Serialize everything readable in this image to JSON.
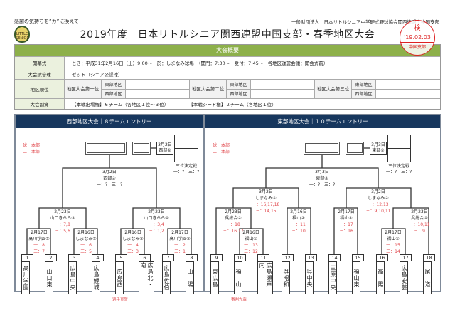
{
  "header": {
    "slogan": "感謝の気持ちを”カ”に換えて！",
    "org": "一般財団法人　日本リトルシニア中学硬式野球協会関西連盟｜中国支部",
    "title": "2019年度　日本リトルシニア関西連盟中国支部・春季地区大会",
    "logo_text": "LITTLE SENIOR",
    "stamp": {
      "top": "検",
      "date": "'19.02.03",
      "bottom": "中国支部"
    }
  },
  "overview": {
    "band": "大会概要",
    "opening_label": "開幕式",
    "opening": "とき：平成31年2月16日（土）9:00～　於：しまなみ球場　（開門：7:30～　受付：7:45～　各地区運営会議：開会式前）",
    "ball_label": "大会試合球",
    "ball": "ゼット（シニア公認球）",
    "rank_label": "地区順位",
    "ranks": [
      {
        "label": "地区大会第一位",
        "east": "東部地区",
        "west": "西部地区"
      },
      {
        "label": "地区大会第二位",
        "east": "東部地区",
        "west": "西部地区"
      },
      {
        "label": "地区大会第三位",
        "east": "東部地区",
        "west": "西部地区"
      }
    ],
    "prize_label": "大会副賞",
    "prize1": "【本戦出場権】６チーム（各地区１位～３位）",
    "prize2": "【本戦シード権】２チーム（各地区１位）"
  },
  "west": {
    "title": "西部地区大会｜８チームエントリー",
    "legend1": "球：本部",
    "legend2": "二：本部",
    "teams": [
      {
        "no": "1",
        "name": "高川学園"
      },
      {
        "no": "2",
        "name": "山口東"
      },
      {
        "no": "3",
        "name": "広島中央"
      },
      {
        "no": "4",
        "name": "広島鯉城"
      },
      {
        "no": "5",
        "name": "広島西"
      },
      {
        "no": "6",
        "name": "広島北・南"
      },
      {
        "no": "7",
        "name": "広島佐伯"
      },
      {
        "no": "8",
        "name": "山　陽"
      }
    ],
    "matches": [
      {
        "date": "2月17日",
        "venue": "高川学園①",
        "first": "一：8",
        "third": "三：7"
      },
      {
        "date": "2月16日",
        "venue": "しまなみ①",
        "first": "一：6",
        "third": "三：5"
      },
      {
        "date": "2月16日",
        "venue": "しまなみ②",
        "first": "一：4",
        "third": "三：3"
      },
      {
        "date": "2月17日",
        "venue": "高川学園②",
        "first": "一：2",
        "third": "三：1"
      },
      {
        "date": "2月23日",
        "venue": "山口きらら②",
        "first": "一：7,8",
        "third": "三：5,6"
      },
      {
        "date": "2月23日",
        "venue": "山口きらら①",
        "first": "一：3,4",
        "third": "三：1,2"
      },
      {
        "date": "3月2日",
        "venue": "西部②",
        "first": "一：?　三：?"
      }
    ],
    "third_place": {
      "date": "3月2日",
      "venue": "西部①",
      "label": "三位決定戦",
      "umps": "一：?　三：?"
    },
    "note": "選手宣誓"
  },
  "east": {
    "title": "東部地区大会｜１０チームエントリー",
    "legend1": "球：本部",
    "legend2": "二：本部",
    "teams": [
      {
        "no": "9",
        "name": "東広島"
      },
      {
        "no": "10",
        "name": "福　山"
      },
      {
        "no": "11",
        "name": "広島瀬戸内"
      },
      {
        "no": "12",
        "name": "呉昭和"
      },
      {
        "no": "13",
        "name": "呉中央"
      },
      {
        "no": "14",
        "name": "三原中央"
      },
      {
        "no": "15",
        "name": "福山東"
      },
      {
        "no": "16",
        "name": "高　陽"
      },
      {
        "no": "17",
        "name": "広島安芸"
      },
      {
        "no": "18",
        "name": "尾　道"
      }
    ],
    "matches": [
      {
        "date": "2月16日",
        "venue": "福山①",
        "first": "一：13",
        "third": "三：12"
      },
      {
        "date": "2月23日",
        "venue": "呉総合②",
        "first": "一：18",
        "third": "三：16,17"
      },
      {
        "date": "2月16日",
        "venue": "福山②",
        "first": "一：11",
        "third": "三：10"
      },
      {
        "date": "2月17日",
        "venue": "福山②",
        "first": "一：17",
        "third": "三：16"
      },
      {
        "date": "2月17日",
        "venue": "福山①",
        "first": "一：15",
        "third": "三：14"
      },
      {
        "date": "2月23日",
        "venue": "呉総合①",
        "first": "一：10,11",
        "third": "三：9"
      },
      {
        "date": "3月2日",
        "venue": "しまなみ①",
        "first": "一：16,17,18",
        "third": "三：14,15"
      },
      {
        "date": "3月2日",
        "venue": "しまなみ②",
        "first": "一：12,13",
        "third": "三：9,10,11"
      },
      {
        "date": "3月3日",
        "venue": "東部②",
        "first": "一：?　三：?"
      }
    ],
    "third_place": {
      "date": "3月3日",
      "venue": "東部①",
      "label": "三位決定戦",
      "umps": "一：?　三：?"
    },
    "note": "審判先輩"
  }
}
